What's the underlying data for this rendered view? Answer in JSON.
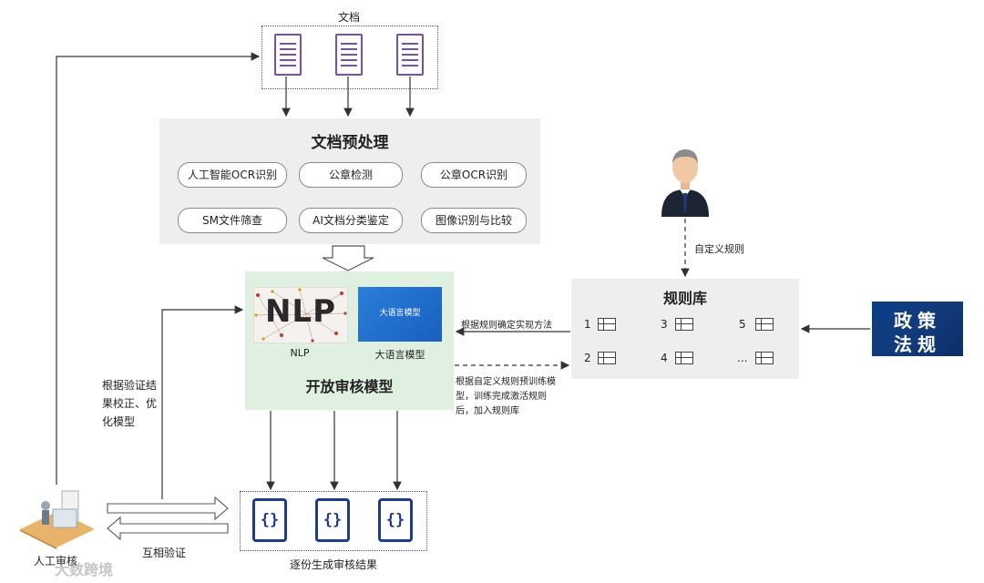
{
  "docs": {
    "title": "文档"
  },
  "preprocess": {
    "title": "文档预处理",
    "chips": [
      "人工智能OCR识别",
      "公章检测",
      "公章OCR识别",
      "SM文件筛查",
      "AI文档分类鉴定",
      "图像识别与比较"
    ]
  },
  "model": {
    "nlp_image_text": "NLP",
    "nlp_label": "NLP",
    "llm_image_text": "大语言模型",
    "llm_label": "大语言模型",
    "title": "开放审核模型"
  },
  "rules": {
    "title": "规则库",
    "items": [
      "1",
      "3",
      "5",
      "2",
      "4",
      "..."
    ]
  },
  "person_label": "自定义规则",
  "policy": {
    "line1": "政策",
    "line2": "法规"
  },
  "edges": {
    "determine_method": "根据规则确定实现方法",
    "train_rules": [
      "根据自定义规则预训练模",
      "型，训练完成激活规则",
      "后，加入规则库"
    ],
    "calibrate": [
      "根据验证结",
      "果校正、优",
      "化模型"
    ],
    "mutual_verify": "互相验证"
  },
  "output": {
    "label": "逐份生成审核结果"
  },
  "manual": {
    "label": "人工审核"
  },
  "watermark": "大数跨境",
  "colors": {
    "highlight": "#cc2222",
    "doc_icon": "#7a4fa8",
    "json_icon": "#1f3c8a",
    "model_bg": "#dff0e1",
    "panel_bg": "#eeeeee"
  }
}
